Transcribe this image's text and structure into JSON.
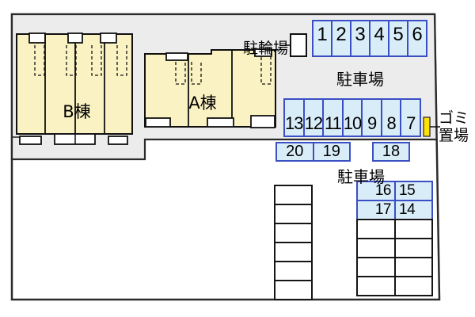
{
  "labels": {
    "building_b": "B棟",
    "building_a": "A棟",
    "bicycle_parking": "駐輪場",
    "parking_upper": "駐車場",
    "parking_lower": "駐車場",
    "garbage": "ゴミ置場"
  },
  "parking": {
    "row_top": [
      "1",
      "2",
      "3",
      "4",
      "5",
      "6"
    ],
    "row_middle": [
      "13",
      "12",
      "11",
      "10",
      "9",
      "8",
      "7"
    ],
    "row_street_left": [
      "20",
      "19"
    ],
    "row_street_right": [
      "18"
    ],
    "lower_grid": {
      "row1": [
        "16",
        "15"
      ],
      "row2": [
        "17",
        "14"
      ]
    }
  },
  "colors": {
    "ground_gray": "#ececec",
    "building_cream": "#faf2c2",
    "parking_fill": "#d9edf9",
    "parking_border": "#3b4fc4",
    "garbage_yellow": "#ffe103",
    "outline_dark": "#2b2b2b"
  }
}
